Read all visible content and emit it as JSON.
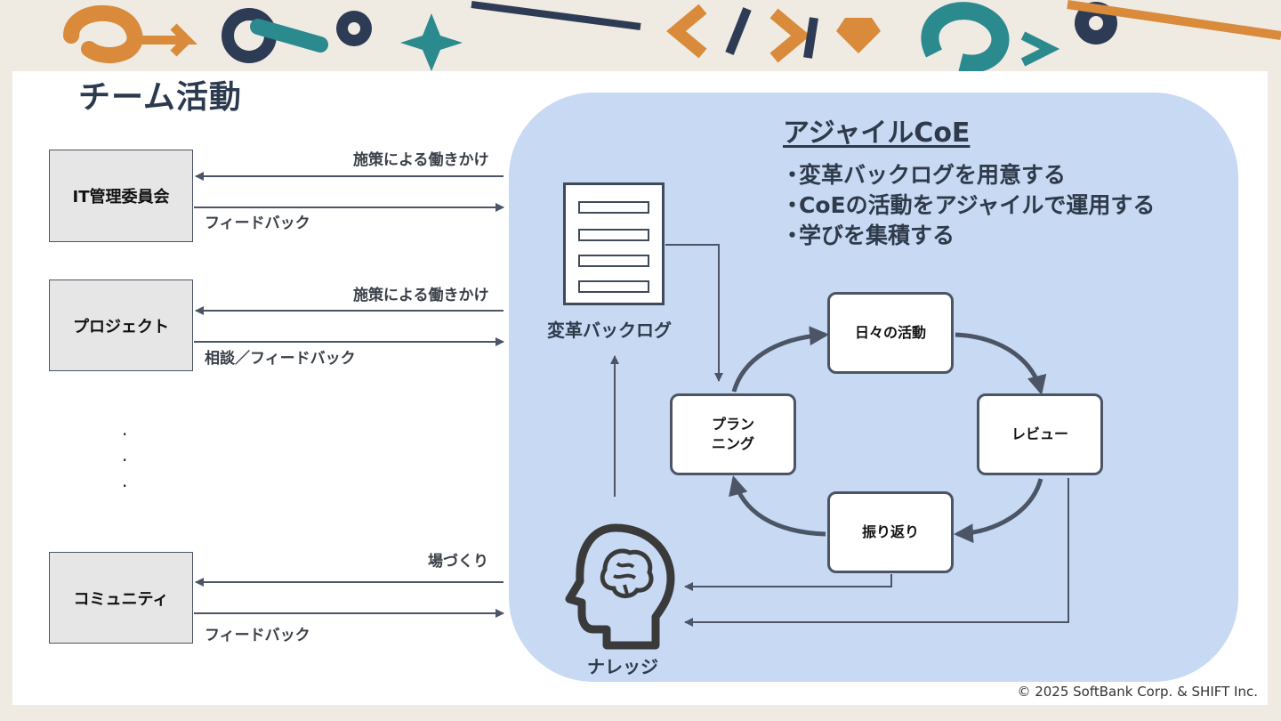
{
  "slide": {
    "title": "チーム活動",
    "copyright": "© 2025 SoftBank Corp. & SHIFT Inc."
  },
  "coe": {
    "title": "アジャイルCoE",
    "bullets": [
      "変革バックログを用意する",
      "CoEの活動をアジャイルで運用する",
      "学びを集積する"
    ],
    "bullet_marker": "・"
  },
  "stakeholders": [
    {
      "name": "IT管理委員会",
      "outgoing": "施策による働きかけ",
      "incoming": "フィードバック"
    },
    {
      "name": "プロジェクト",
      "outgoing": "施策による働きかけ",
      "incoming": "相談／フィードバック"
    },
    {
      "name": "コミュニティ",
      "outgoing": "場づくり",
      "incoming": "フィードバック"
    }
  ],
  "ellipsis": ".",
  "backlog": {
    "label": "変革バックログ",
    "icon": "document-list-icon"
  },
  "knowledge": {
    "label": "ナレッジ",
    "icon": "head-brain-icon"
  },
  "cycle": {
    "daily": "日々の活動",
    "review": "レビュー",
    "retro": "振り返り",
    "planning_line1": "プラン",
    "planning_line2": "ニング"
  },
  "colors": {
    "coe_background": "#c8d9f4",
    "arrow": "#4b5566",
    "title": "#2c3a4f",
    "box_fill": "#e6e6e6"
  }
}
